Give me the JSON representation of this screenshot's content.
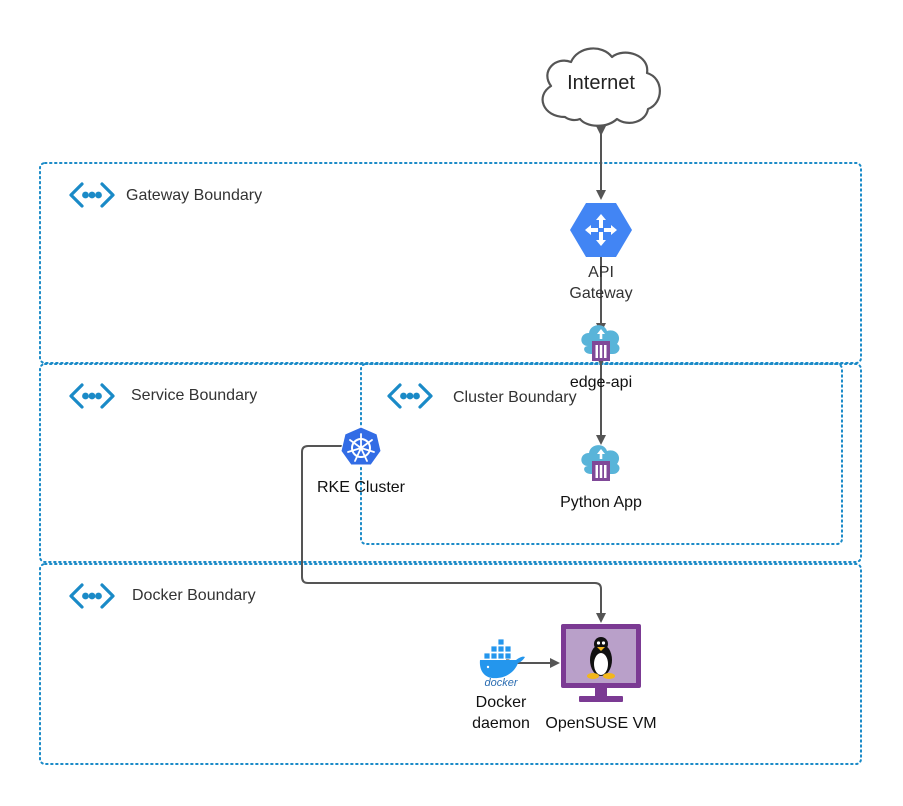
{
  "boundaries": {
    "gateway": "Gateway Boundary",
    "service": "Service Boundary",
    "cluster": "Cluster Boundary",
    "docker": "Docker Boundary"
  },
  "nodes": {
    "internet": "Internet",
    "api_gateway_line1": "API",
    "api_gateway_line2": "Gateway",
    "edge_api": "edge-api",
    "python_app": "Python App",
    "rke_cluster": "RKE Cluster",
    "docker_logo_text": "docker",
    "docker_daemon_line1": "Docker",
    "docker_daemon_line2": "daemon",
    "opensuse_vm": "OpenSUSE VM"
  },
  "colors": {
    "boundary_line": "#1a8ac7",
    "connector": "#555555",
    "gateway_blue": "#4285f4",
    "k8s_blue": "#326ce5",
    "vm_purple": "#7b3a93",
    "vm_screen": "#b9a0c9",
    "service_cloud": "#59b4d9",
    "service_box": "#804998"
  },
  "icons": {
    "boundary": "network-boundary-icon",
    "internet": "cloud-icon",
    "api_gateway": "api-gateway-icon",
    "app_service": "cloud-service-icon",
    "kubernetes": "kubernetes-icon",
    "docker": "docker-whale-icon",
    "vm": "linux-vm-icon"
  }
}
